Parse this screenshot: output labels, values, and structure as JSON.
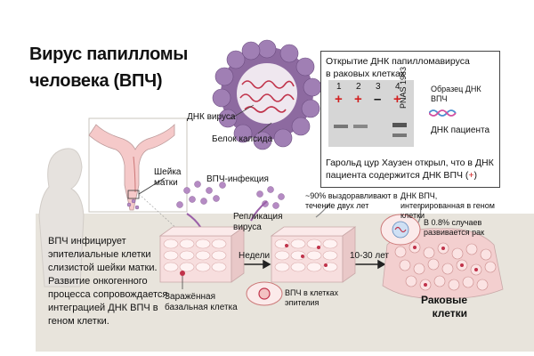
{
  "title": "Вирус папилломы человека (ВПЧ)",
  "virus_labels": {
    "dna": "ДНК вируса",
    "capsid": "Белок капсида"
  },
  "cervix_label": "Шейка матки",
  "infection_label": "ВПЧ-инфекция",
  "replication_label": "Репликация вируса",
  "weeks_label": "Недели",
  "years_label": "10-30 лет",
  "recovery_label": "~90% выздоравливают в течение двух лет",
  "integrated_label": "ДНК ВПЧ, интегрированная в геном клетки",
  "risk_label": "В 0.8% случаев развивается рак",
  "infected_cell_label": "Заражённая базальная клетка",
  "epithelium_label": "ВПЧ в клетках эпителия",
  "cancer_label": "Раковые клетки",
  "bottom_text": "ВПЧ инфицирует эпителиальные клетки слизистой шейки матки. Развитие онкогенного процесса сопровождается интеграцией ДНК ВПЧ в геном клетки.",
  "dna_box": {
    "title": "Открытие ДНК папилломавируса в раковых клетках",
    "lanes": [
      "1",
      "2",
      "3",
      "4"
    ],
    "signs": [
      "+",
      "+",
      "–",
      "+"
    ],
    "source": "PNAS 1983",
    "sample_label": "Образец ДНК ВПЧ",
    "patient_label": "ДНК пациента",
    "caption": "Гарольд цур Хаузен открыл, что в ДНК пациента содержится ДНК ВПЧ (",
    "caption_plus": "+",
    "caption_end": ")"
  },
  "colors": {
    "panel": "#e8e4dc",
    "virus": "#8d6aa0",
    "virus_dna": "#c0324a",
    "cell_pink": "#f2c6c4",
    "red_sign": "#d22020",
    "particle": "#b58bc4"
  }
}
